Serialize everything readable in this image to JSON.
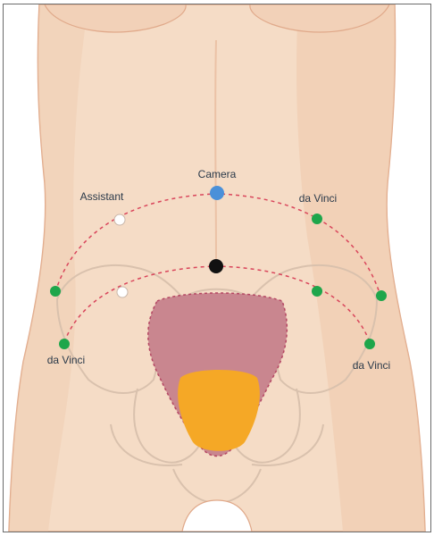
{
  "diagram": {
    "labels": {
      "camera": "Camera",
      "assistant": "Assistant",
      "da_vinci_upper_right": "da Vinci",
      "da_vinci_lower_left": "da Vinci",
      "da_vinci_lower_right": "da Vinci"
    },
    "colors": {
      "skin": "#f5dcc6",
      "skin_shadow": "#efc9ac",
      "skin_outline": "#e0a98a",
      "bone_outline": "#d9c1ad",
      "bladder_region": "#c9868f",
      "target_zone": "#f5a826",
      "port_line": "#d9455b",
      "camera_port": "#4a90d9",
      "da_vinci_port": "#1ea64b",
      "assistant_port": "#ffffff",
      "navel_port": "#111111"
    },
    "port_types": [
      "camera",
      "da Vinci",
      "assistant",
      "umbilicus"
    ]
  }
}
